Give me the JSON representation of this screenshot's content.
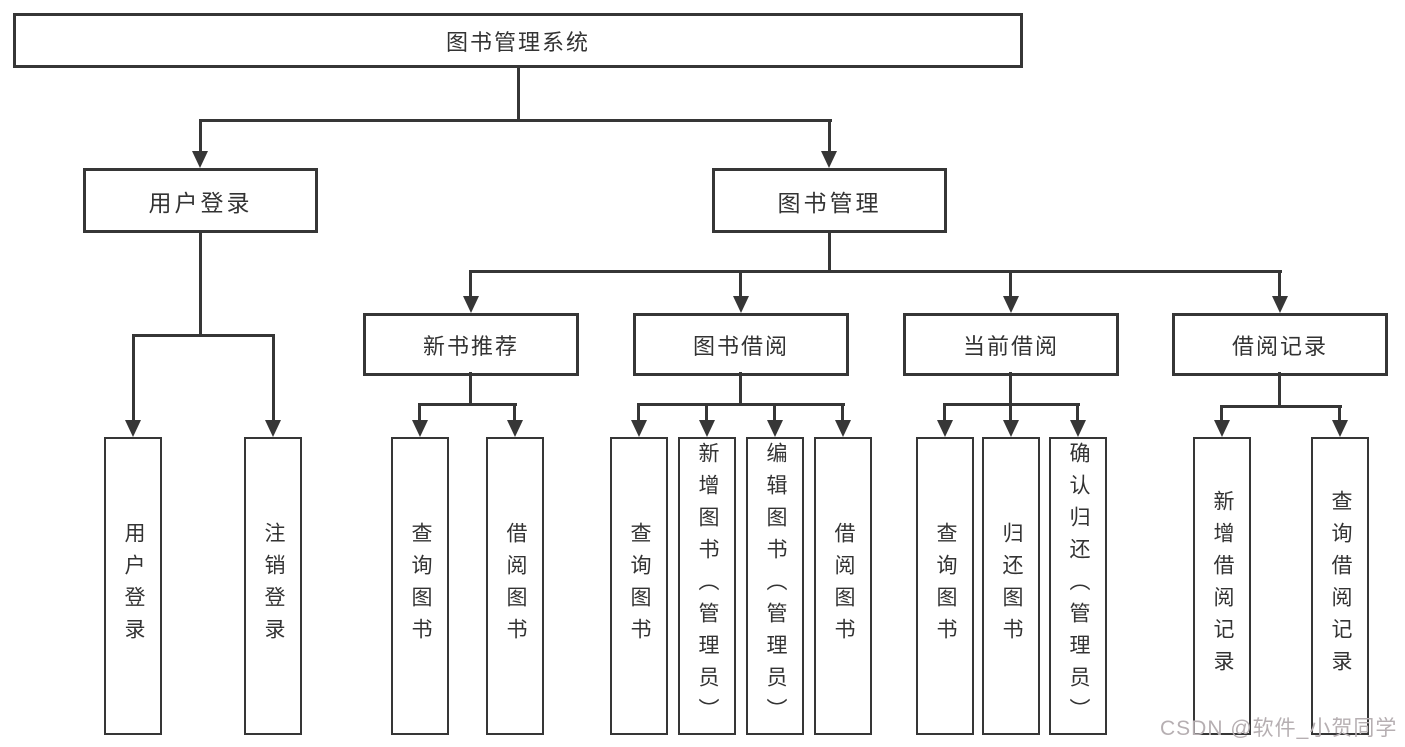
{
  "diagram": {
    "root": {
      "label": "图书管理系统"
    },
    "level2": [
      {
        "label": "用户登录"
      },
      {
        "label": "图书管理"
      }
    ],
    "level3": [
      {
        "label": "新书推荐"
      },
      {
        "label": "图书借阅"
      },
      {
        "label": "当前借阅"
      },
      {
        "label": "借阅记录"
      }
    ],
    "leaves": [
      {
        "label": "用户登录"
      },
      {
        "label": "注销登录"
      },
      {
        "label": "查询图书"
      },
      {
        "label": "借阅图书"
      },
      {
        "label": "查询图书"
      },
      {
        "label": "新增图书（管理员）"
      },
      {
        "label": "编辑图书（管理员）"
      },
      {
        "label": "借阅图书"
      },
      {
        "label": "查询图书"
      },
      {
        "label": "归还图书"
      },
      {
        "label": "确认归还（管理员）"
      },
      {
        "label": "新增借阅记录"
      },
      {
        "label": "查询借阅记录"
      }
    ]
  },
  "watermark": {
    "text": "CSDN @软件_小贺同学"
  },
  "colors": {
    "line": "#363636",
    "text": "#333333",
    "box_fill": "#ffffff",
    "background": "#ffffff",
    "watermark": "#b6afb2"
  }
}
